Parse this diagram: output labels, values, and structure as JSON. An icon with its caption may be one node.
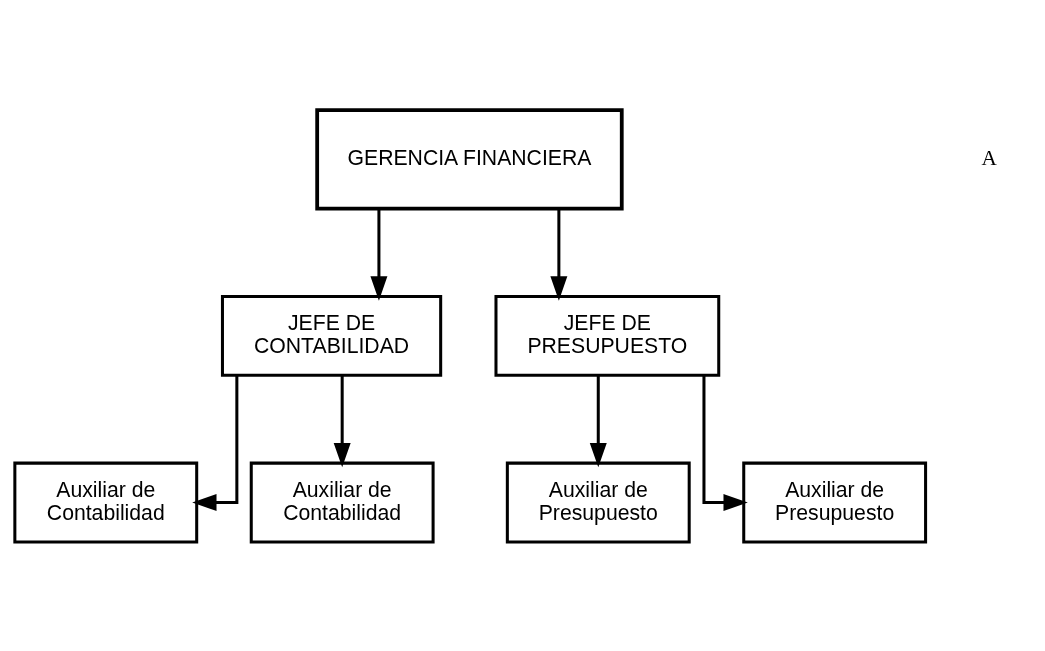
{
  "diagram": {
    "nodes": [
      {
        "text": [
          "GERENCIA FINANCIERA"
        ]
      },
      {
        "text": [
          "JEFE DE CONTABILIDAD"
        ]
      },
      {
        "text": [
          "JEFE DE PRESUPUESTO"
        ]
      },
      {
        "text": [
          "Auxiliar de Contabilidad"
        ]
      },
      {
        "text": [
          "Auxiliar de Contabilidad"
        ]
      },
      {
        "text": [
          "Auxiliar de Presupuesto"
        ]
      },
      {
        "text": [
          "Auxiliar de Presupuesto"
        ]
      }
    ],
    "edges": [
      {
        "from": 0,
        "to": 1,
        "arrow": "to"
      },
      {
        "from": 0,
        "to": 2,
        "arrow": "to"
      },
      {
        "from": 1,
        "to": 3,
        "arrow": "to"
      },
      {
        "from": 1,
        "to": 4,
        "arrow": "to"
      },
      {
        "from": 2,
        "to": 5,
        "arrow": "to"
      },
      {
        "from": 2,
        "to": 6,
        "arrow": "to"
      }
    ],
    "labels": [
      "A"
    ]
  }
}
